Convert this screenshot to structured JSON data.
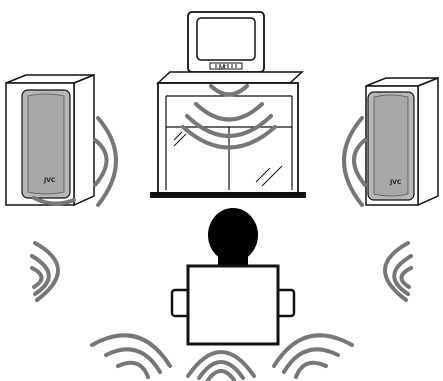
{
  "diagram": {
    "brand_marks": {
      "speaker_left": "JVC",
      "speaker_right": "JVC",
      "tv": "JVC"
    },
    "colors": {
      "stroke": "#111111",
      "waves": "#777777",
      "speaker_grille": "#b7b7b7",
      "speaker_grille_dark": "#9a9a9a",
      "cabinet_fill": "#ffffff",
      "listener": "#000000"
    },
    "elements": [
      {
        "type": "tv",
        "name": "television-icon"
      },
      {
        "type": "cabinet",
        "name": "tv-stand-cabinet-icon"
      },
      {
        "type": "speaker",
        "name": "left-speaker-icon"
      },
      {
        "type": "speaker",
        "name": "right-speaker-icon"
      },
      {
        "type": "listener",
        "name": "listener-silhouette-icon"
      }
    ],
    "sound_waves": {
      "groups": [
        {
          "name": "center-speaker-waves"
        },
        {
          "name": "left-speaker-waves"
        },
        {
          "name": "right-speaker-waves"
        },
        {
          "name": "left-side-surround-waves"
        },
        {
          "name": "right-side-surround-waves"
        },
        {
          "name": "bottom-left-surround-waves"
        },
        {
          "name": "bottom-center-surround-waves"
        },
        {
          "name": "bottom-right-surround-waves"
        }
      ]
    }
  }
}
